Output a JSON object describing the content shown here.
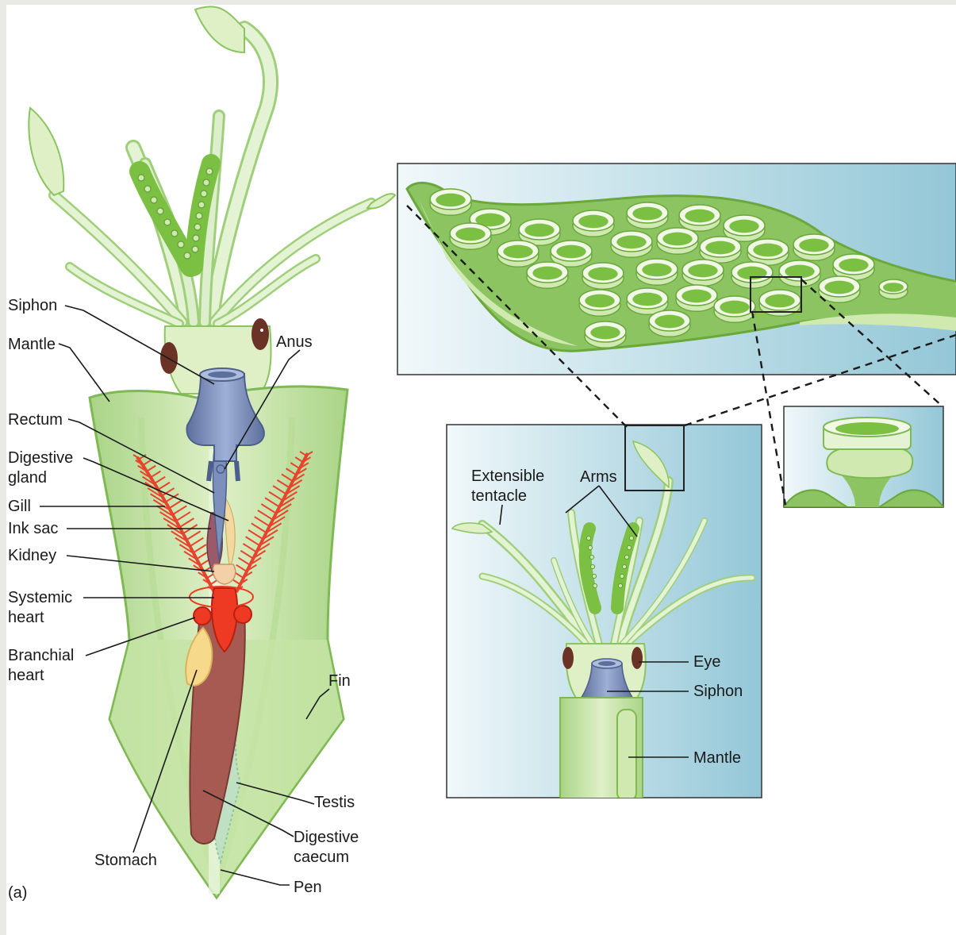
{
  "panel_label": "(a)",
  "main_labels": {
    "siphon": "Siphon",
    "mantle": "Mantle",
    "anus": "Anus",
    "rectum": "Rectum",
    "digestive_gland": [
      "Digestive",
      "gland"
    ],
    "gill": "Gill",
    "ink_sac": "Ink sac",
    "kidney": "Kidney",
    "systemic_heart": [
      "Systemic",
      "heart"
    ],
    "branchial_heart": [
      "Branchial",
      "heart"
    ],
    "fin": "Fin",
    "testis": "Testis",
    "digestive_caecum": [
      "Digestive",
      "caecum"
    ],
    "stomach": "Stomach",
    "pen": "Pen"
  },
  "inset_labels": {
    "extensible_tentacle": [
      "Extensible",
      "tentacle"
    ],
    "arms": "Arms",
    "eye": "Eye",
    "siphon": "Siphon",
    "mantle": "Mantle"
  },
  "colors": {
    "body_green": "#cfe9b0",
    "body_green_dark": "#8cc462",
    "sucker_green": "#7bc043",
    "siphon_blue": "#7d90bb",
    "gill_red": "#e8432d",
    "heart_red": "#ee3a22",
    "stomach_yellow": "#f7d98b",
    "caecum_brown": "#a65a52",
    "eye_brown": "#6b3226",
    "inset_bg": "#a9d3e0"
  }
}
